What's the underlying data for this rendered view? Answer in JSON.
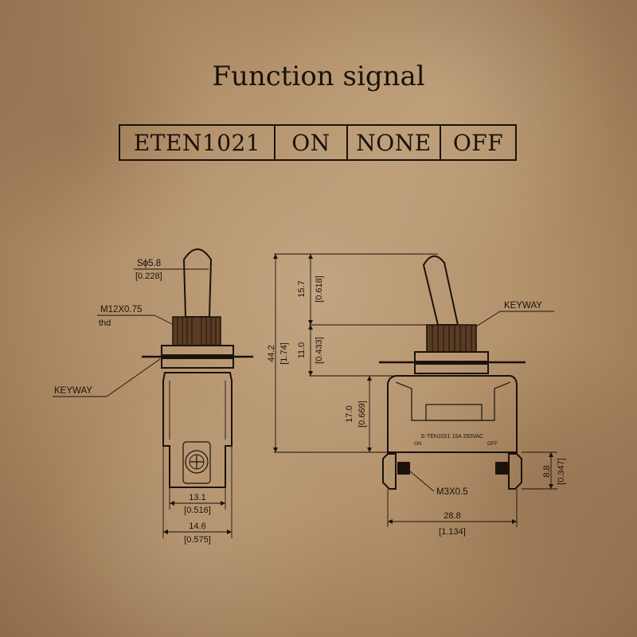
{
  "title": "Function signal",
  "signal_table": [
    "ETEN1021",
    "ON",
    "NONE",
    "OFF"
  ],
  "left_view": {
    "s_dia_a": "Sϕ5.8",
    "s_dia_b": "[0.228]",
    "thread_a": "M12X0.75",
    "thread_b": "thd",
    "keyway": "KEYWAY",
    "w1_a": "13.1",
    "w1_b": "[0.516]",
    "w2_a": "14.6",
    "w2_b": "[0.575]"
  },
  "right_view": {
    "keyway": "KEYWAY",
    "d_total_a": "44.2",
    "d_total_b": "[1.74]",
    "d_lever_a": "15.7",
    "d_lever_b": "[0.618]",
    "d_bushing_a": "11.0",
    "d_bushing_b": "[0.433]",
    "d_body_a": "17.0",
    "d_body_b": "[0.669]",
    "d_term_a": "8.8",
    "d_term_b": "[0.347]",
    "width_a": "28.8",
    "width_b": "[1.134]",
    "screw": "M3X0.5",
    "body_label": "E-TEN1021  15A  250VAC",
    "on_label": "ON",
    "off_label": "OFF"
  }
}
